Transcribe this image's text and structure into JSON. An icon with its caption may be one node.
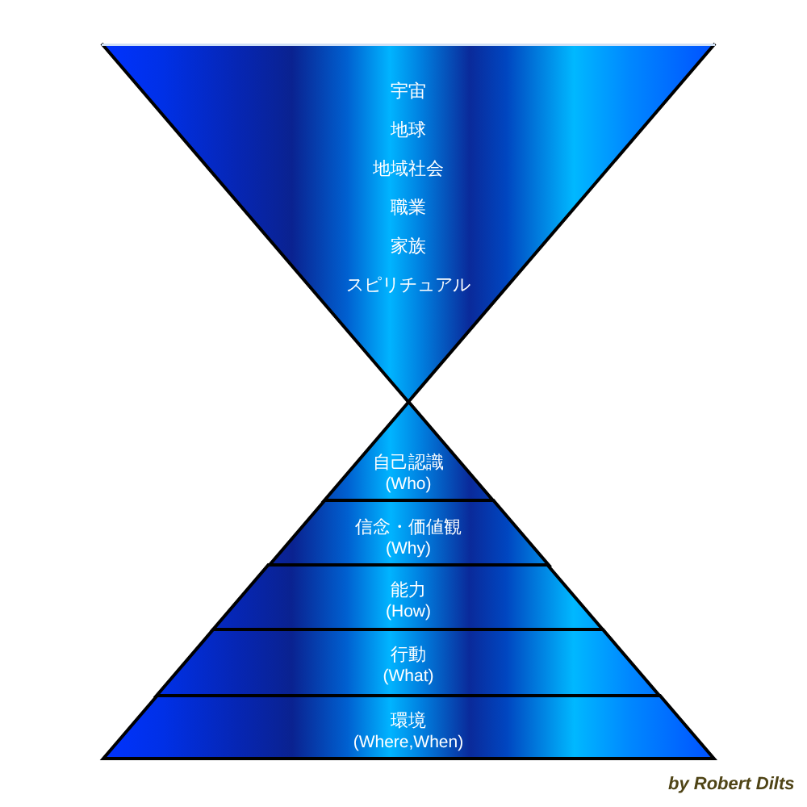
{
  "diagram": {
    "nodes": [
      {
        "text": [
          "宇宙",
          "地球",
          "地域社会",
          "職業",
          "家族",
          "スピリチュアル"
        ]
      },
      {
        "text": [
          "自己認識",
          "(Who)"
        ]
      },
      {
        "text": [
          "信念・価値観",
          "(Why)"
        ]
      },
      {
        "text": [
          "能力",
          "(How)"
        ]
      },
      {
        "text": [
          "行動",
          "(What)"
        ]
      },
      {
        "text": [
          "環境",
          "(Where,When)"
        ]
      }
    ],
    "labels": [
      "by Robert Dilts"
    ]
  }
}
